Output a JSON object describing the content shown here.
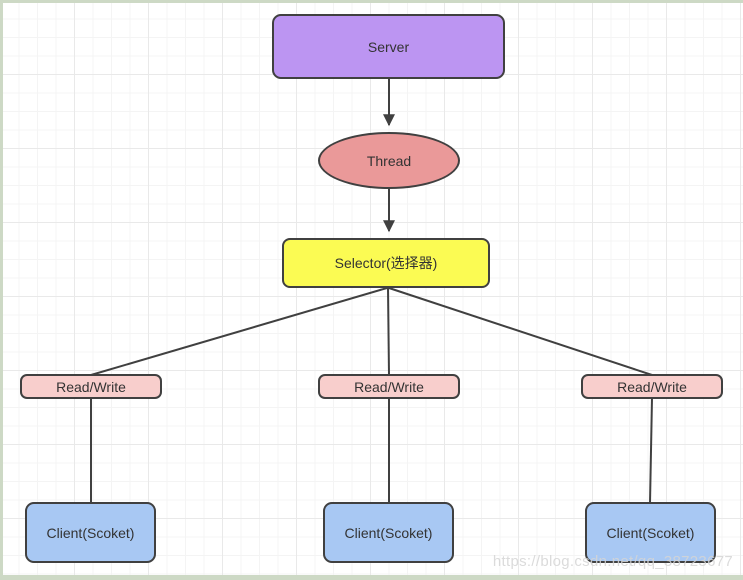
{
  "nodes": {
    "server": {
      "label": "Server"
    },
    "thread": {
      "label": "Thread"
    },
    "selector": {
      "label": "Selector(选择器)"
    },
    "read_write_1": {
      "label": "Read/Write"
    },
    "read_write_2": {
      "label": "Read/Write"
    },
    "read_write_3": {
      "label": "Read/Write"
    },
    "client_1": {
      "label": "Client(Scoket)"
    },
    "client_2": {
      "label": "Client(Scoket)"
    },
    "client_3": {
      "label": "Client(Scoket)"
    }
  },
  "edges": [
    {
      "from": "server",
      "to": "thread",
      "arrow": true
    },
    {
      "from": "thread",
      "to": "selector",
      "arrow": true
    },
    {
      "from": "selector",
      "to": "read_write_1",
      "arrow": false
    },
    {
      "from": "selector",
      "to": "read_write_2",
      "arrow": false
    },
    {
      "from": "selector",
      "to": "read_write_3",
      "arrow": false
    },
    {
      "from": "read_write_1",
      "to": "client_1",
      "arrow": false
    },
    {
      "from": "read_write_2",
      "to": "client_2",
      "arrow": false
    },
    {
      "from": "read_write_3",
      "to": "client_3",
      "arrow": false
    }
  ],
  "watermark": {
    "text": "https://blog.csdn.net/qq_38723677"
  },
  "colors": {
    "node_server_fill": "#bc95f2",
    "node_thread_fill": "#ea9999",
    "node_selector_fill": "#fbfb53",
    "node_readwrite_fill": "#f8cecc",
    "node_client_fill": "#a8c8f3",
    "stroke": "#404040",
    "grid_minor": "#f4f4f4",
    "grid_major": "#e9e9e9",
    "canvas_edge": "#cdd9c5",
    "watermark_color": "#d5d5d5"
  }
}
